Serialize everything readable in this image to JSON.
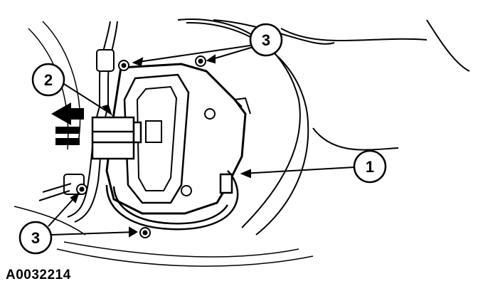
{
  "figure": {
    "id": "A0032214"
  },
  "callouts": [
    {
      "key": "callout-1",
      "label": "1"
    },
    {
      "key": "callout-2",
      "label": "2"
    },
    {
      "key": "callout-3-top",
      "label": "3"
    },
    {
      "key": "callout-3-bottom",
      "label": "3"
    }
  ]
}
